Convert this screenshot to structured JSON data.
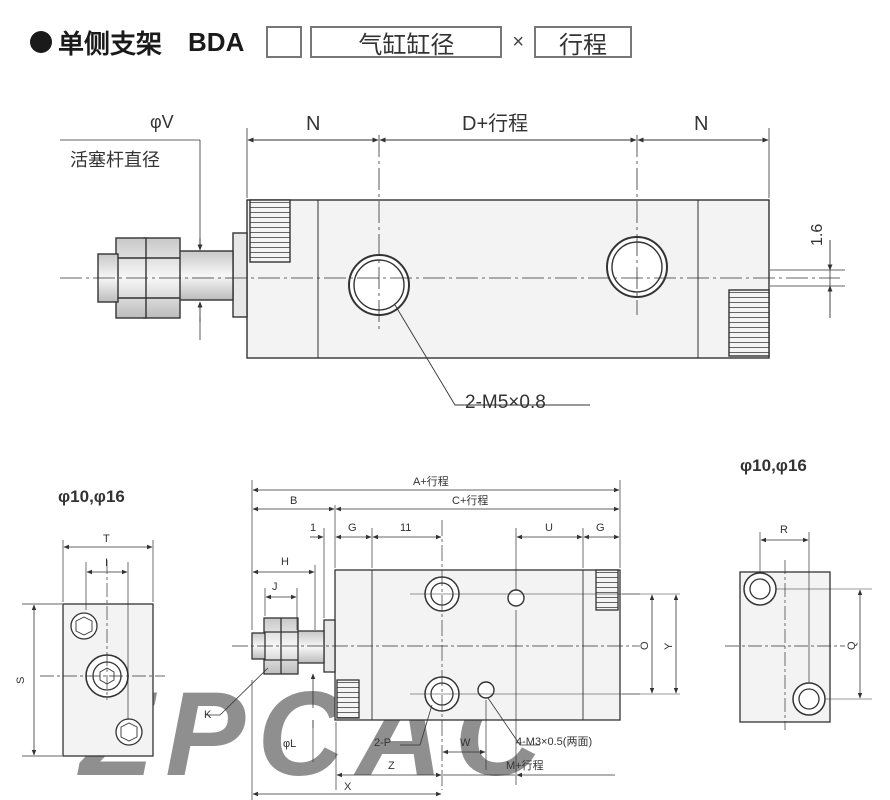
{
  "header": {
    "title": "单侧支架",
    "model": "BDA",
    "code_boxes": {
      "first": "",
      "bore": "气缸缸径",
      "stroke": "行程"
    },
    "times": "×"
  },
  "watermark": "ZPCAC",
  "top_view": {
    "phi_v": "φV",
    "rod_diameter": "活塞杆直径",
    "n_left": "N",
    "d_stroke": "D+行程",
    "n_right": "N",
    "dim_1_6": "1.6",
    "callout": "2-M5×0.8"
  },
  "left_view": {
    "title": "φ10,φ16",
    "t": "T",
    "i": "I",
    "s": "S"
  },
  "front_view": {
    "a_stroke": "A+行程",
    "b": "B",
    "c_stroke": "C+行程",
    "one": "1",
    "g_left": "G",
    "eleven": "11",
    "u": "U",
    "g_right": "G",
    "h": "H",
    "j": "J",
    "o": "O",
    "y": "Y",
    "k": "K",
    "phi_l": "φL",
    "two_p": "2-P",
    "w": "W",
    "m3": "4-M3×0.5(两面)",
    "z": "Z",
    "m_stroke": "M+行程",
    "x": "X"
  },
  "right_view": {
    "title": "φ10,φ16",
    "r": "R",
    "q": "Q"
  }
}
